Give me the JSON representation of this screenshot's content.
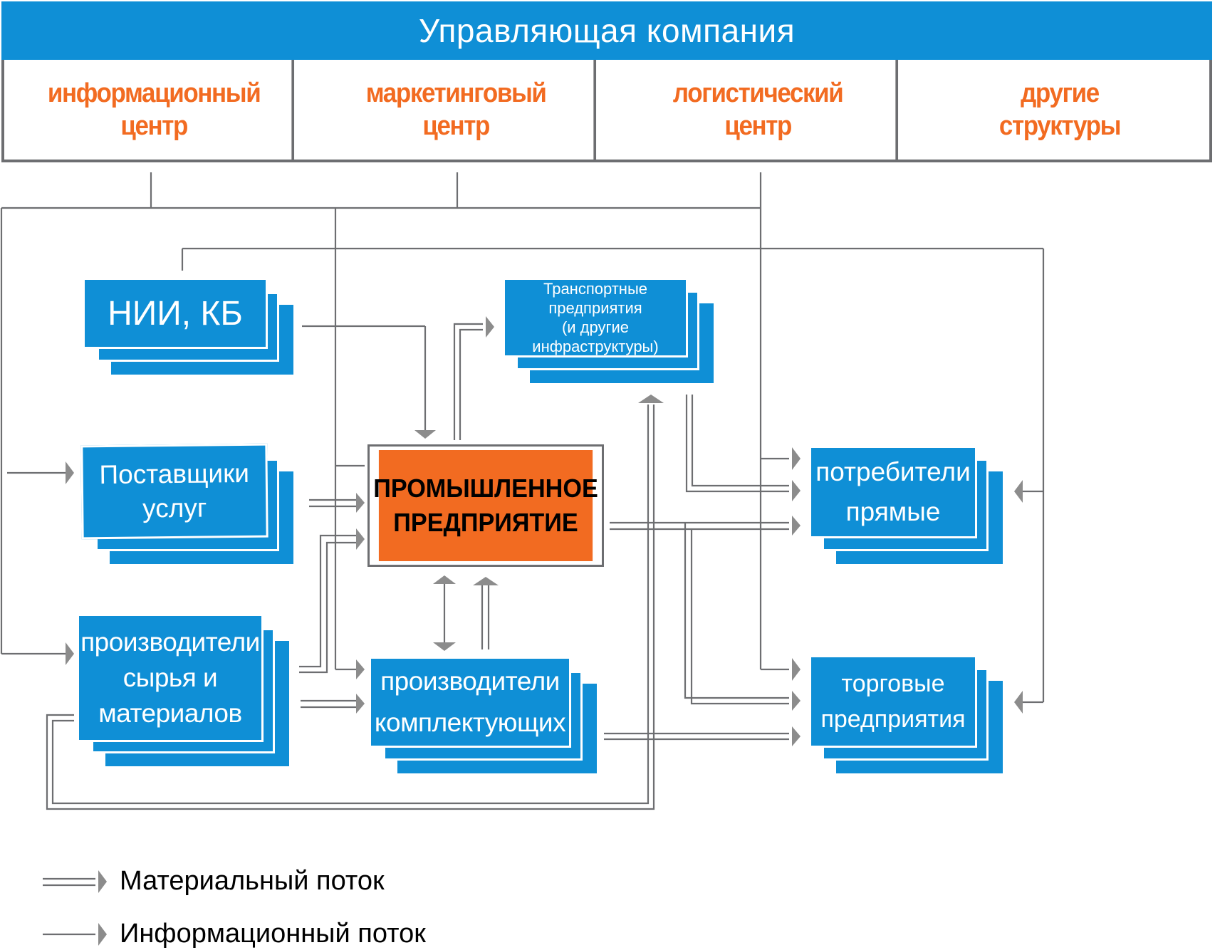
{
  "header": {
    "title": "Управляющая компания"
  },
  "departments": [
    {
      "label": "информационный\nцентр"
    },
    {
      "label": "маркетинговый\nцентр"
    },
    {
      "label": "логистический\nцентр"
    },
    {
      "label": "другие\nструктуры"
    }
  ],
  "nodes": {
    "nii": {
      "label": "НИИ, КБ"
    },
    "transport": {
      "label": "Транспортные\nпредприятия\n(и другие\nинфраструктуры)"
    },
    "services": {
      "label": "Поставщики\nуслуг"
    },
    "raw": {
      "label": "производители\nсырья и\nматериалов"
    },
    "components": {
      "label": "производители\nкомплектующих"
    },
    "enterprise": {
      "label": "ПРОМЫШЛЕННОЕ\nПРЕДПРИЯТИЕ"
    },
    "consumers": {
      "label": "потребители\nпрямые"
    },
    "trade": {
      "label": "торговые\nпредприятия"
    }
  },
  "legend": {
    "material": "Материальный поток",
    "information": "Информационный поток"
  },
  "colors": {
    "blue": "#0f8fd6",
    "orange": "#f26b21",
    "line": "#6d6e71",
    "arrow": "#8c8c8c"
  }
}
